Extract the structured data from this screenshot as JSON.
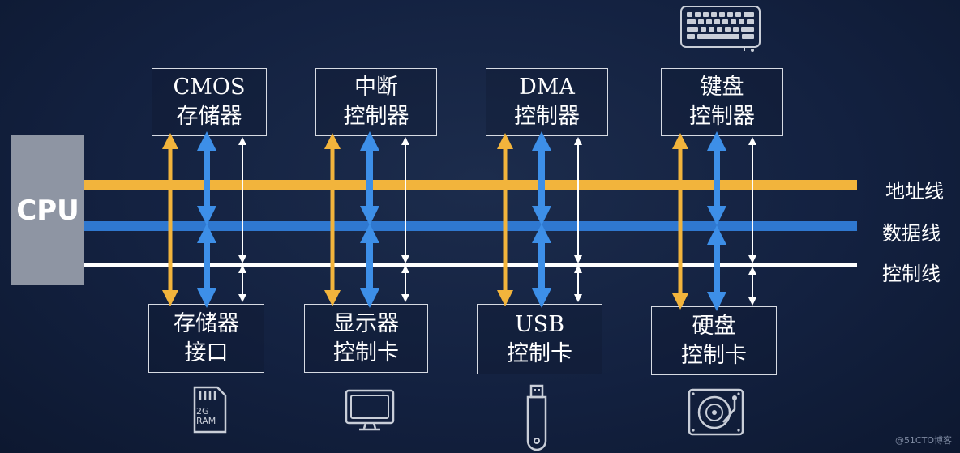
{
  "cpu_label": "CPU",
  "bus_labels": {
    "address": "地址线",
    "data": "数据线",
    "control": "控制线"
  },
  "top_controllers": [
    {
      "line1": "CMOS",
      "line2": "存储器"
    },
    {
      "line1": "中断",
      "line2": "控制器"
    },
    {
      "line1": "DMA",
      "line2": "控制器"
    },
    {
      "line1": "键盘",
      "line2": "控制器"
    }
  ],
  "bottom_controllers": [
    {
      "line1": "存储器",
      "line2": "接口"
    },
    {
      "line1": "显示器",
      "line2": "控制卡"
    },
    {
      "line1": "USB",
      "line2": "控制卡"
    },
    {
      "line1": "硬盘",
      "line2": "控制卡"
    }
  ],
  "ram_icon_text": {
    "line1": "2G",
    "line2": "RAM"
  },
  "watermark": "@51CTO博客",
  "colors": {
    "address_bus": "#f2b43c",
    "data_bus": "#2f78d0",
    "control_bus": "#ffffff",
    "cpu": "#8e95a3"
  },
  "icons": [
    "keyboard-icon",
    "ram-card-icon",
    "monitor-icon",
    "usb-drive-icon",
    "hard-disk-icon"
  ]
}
